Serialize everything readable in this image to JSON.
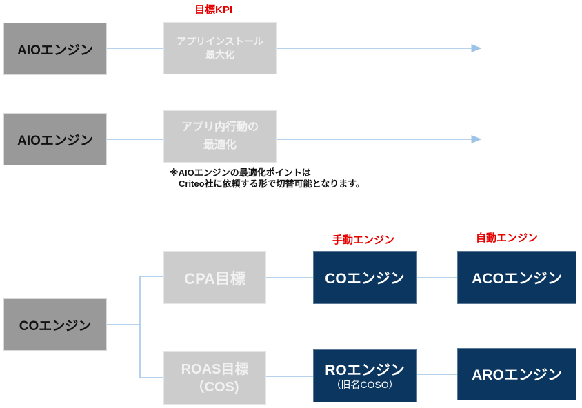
{
  "labels": {
    "target_kpi": "目標KPI",
    "manual_engine": "手動エンジン",
    "auto_engine": "自動エンジン"
  },
  "rows": [
    {
      "source": "AIOエンジン",
      "kpi_line1": "アプリインストール",
      "kpi_line2": "最大化"
    },
    {
      "source": "AIOエンジン",
      "kpi_line1": "アプリ内行動の",
      "kpi_line2": "最適化"
    }
  ],
  "note": {
    "line1": "※AIOエンジンの最適化ポイントは",
    "line2": "　Criteo社に依頼する形で切替可能となります。"
  },
  "co_tree": {
    "source": "COエンジン",
    "branches": [
      {
        "kpi_line1": "CPA目標",
        "kpi_line2": "",
        "manual": "COエンジン",
        "manual_sub": "",
        "auto": "ACOエンジン"
      },
      {
        "kpi_line1": "ROAS目標",
        "kpi_line2": "（COS)",
        "manual": "ROエンジン",
        "manual_sub": "（旧名COSO）",
        "auto": "AROエンジン"
      }
    ]
  },
  "colors": {
    "source_box": "#999999",
    "kpi_box": "#cccccc",
    "engine_box": "#0b3660",
    "connector": "#9dc3e6",
    "highlight_text": "#e60000"
  }
}
